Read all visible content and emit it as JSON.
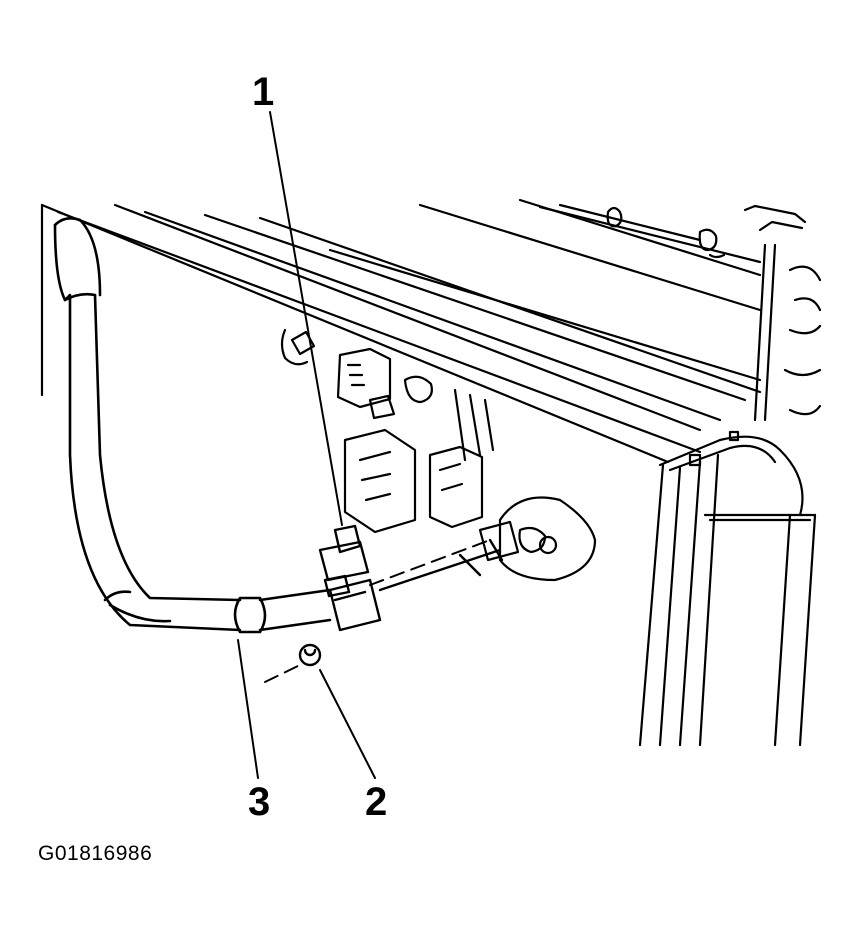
{
  "callouts": {
    "one": "1",
    "two": "2",
    "three": "3"
  },
  "figure_id": "G01816986",
  "colors": {
    "ink": "#000000",
    "paper": "#ffffff"
  }
}
